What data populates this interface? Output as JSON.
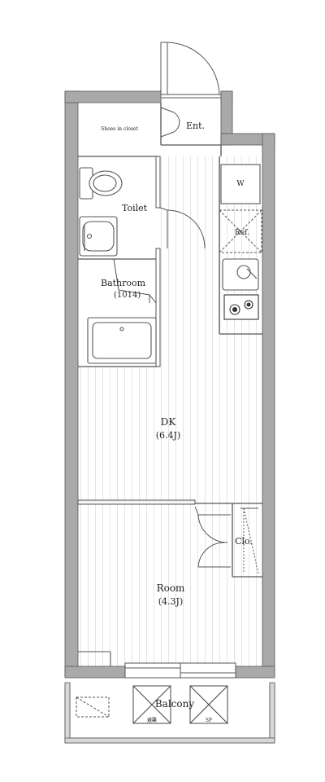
{
  "rooms": {
    "entrance": "Ent.",
    "shoes_closet": "Shoes in closet",
    "toilet": "Toilet",
    "bathroom": "Bathroom",
    "bathroom_size": "(1014)",
    "dk": "DK",
    "dk_size": "(6.4J)",
    "closet": "Clo.",
    "room": "Room",
    "room_size": "(4.3J)",
    "balcony": "Balcony",
    "washer": "W",
    "fridge": "Ref."
  },
  "hatch_labels": {
    "left": "避難",
    "right": "SF"
  },
  "colors": {
    "wall": "#a9a9a9",
    "wall_outline": "#555555",
    "floor_line": "#e2e2e2",
    "fixture": "#555555"
  }
}
